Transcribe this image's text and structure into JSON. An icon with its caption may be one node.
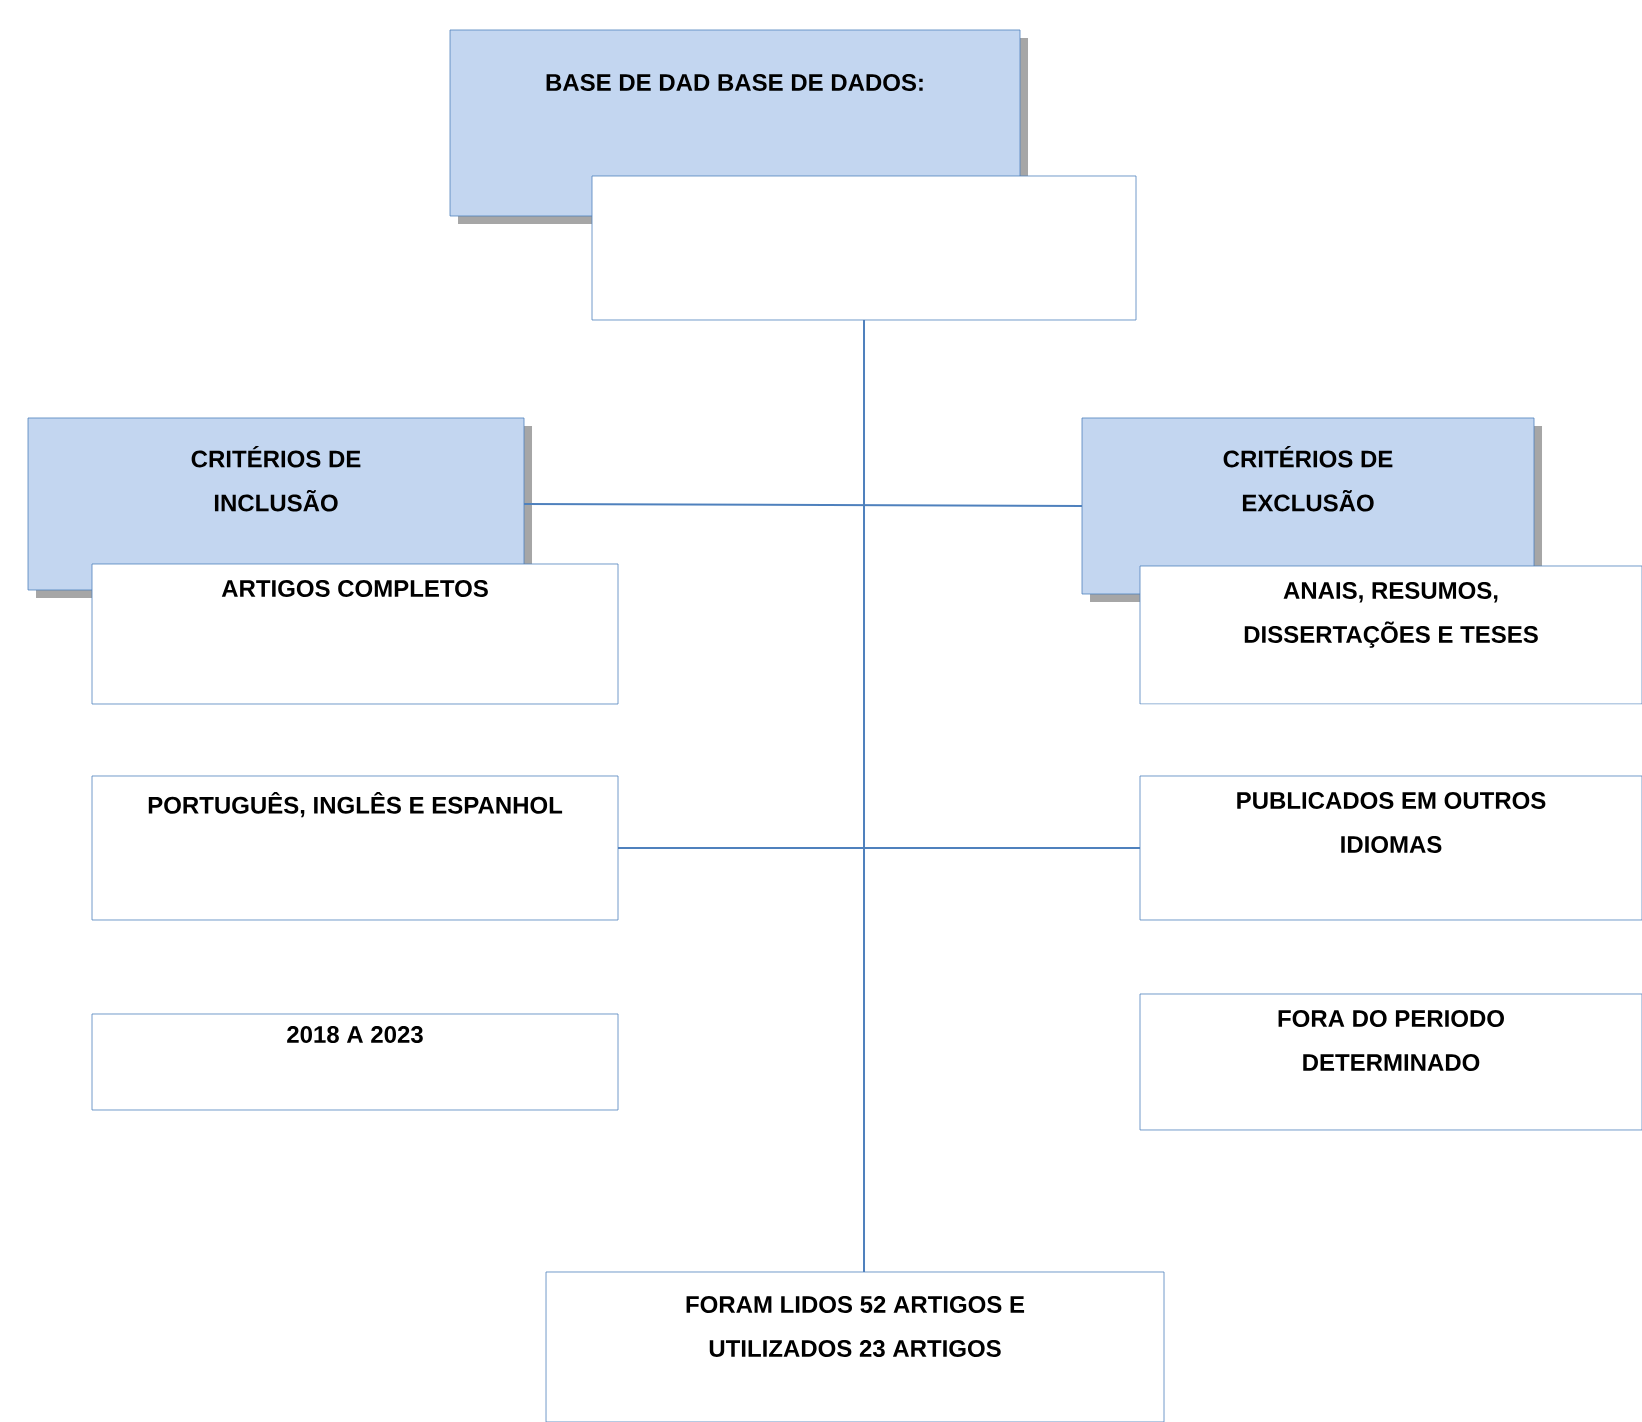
{
  "diagram": {
    "nodes": [
      {
        "text": [
          "BASE DE DAD BASE DE DADOS:"
        ]
      },
      {
        "text": [],
        "shape": "box"
      },
      {
        "text": [
          "CRITÉRIOS DE INCLUSÃO"
        ]
      },
      {
        "text": [
          "ARTIGOS COMPLETOS"
        ]
      },
      {
        "text": [
          "CRITÉRIOS DE EXCLUSÃO"
        ]
      },
      {
        "text": [
          "ANAIS, RESUMOS, DISSERTAÇÕES E TESES"
        ]
      },
      {
        "text": [
          "PORTUGUÊS, INGLÊS E ESPANHOL"
        ]
      },
      {
        "text": [
          "PUBLICADOS EM OUTROS IDIOMAS"
        ]
      },
      {
        "text": [
          "2018 A 2023"
        ]
      },
      {
        "text": [
          "FORA DO PERIODO DETERMINADO"
        ]
      },
      {
        "text": [
          "FORAM LIDOS 52 ARTIGOS E UTILIZADOS 23 ARTIGOS"
        ]
      }
    ],
    "edges": [
      {
        "from": 1,
        "to": 10,
        "arrow": "none"
      },
      {
        "from": 2,
        "to": 4,
        "arrow": "none"
      },
      {
        "from": 6,
        "to": 7,
        "arrow": "none"
      }
    ]
  }
}
